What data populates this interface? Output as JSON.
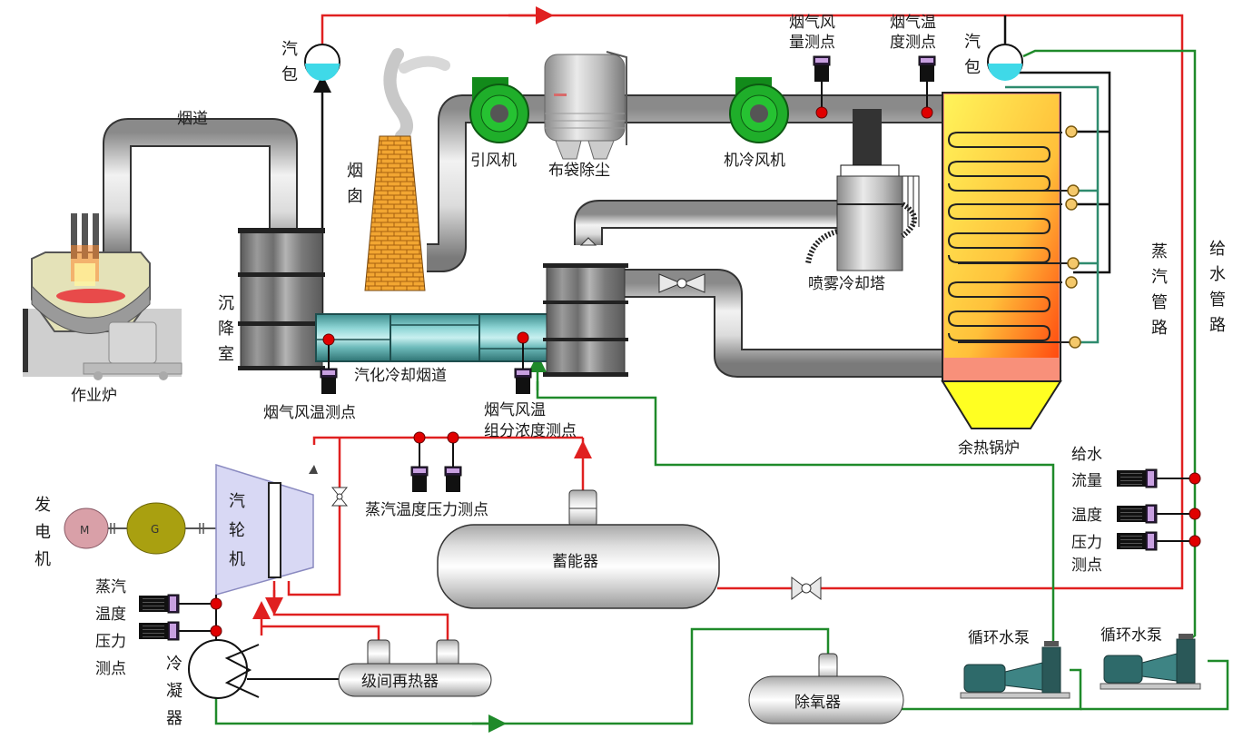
{
  "title": "余热发电系统流程图",
  "colors": {
    "steam_line": "#e02020",
    "feedwater_line": "#1f8a2a",
    "drum_water": "#3fd9e8",
    "boiler_top": "#ffe83a",
    "boiler_hot": "#ff5a1a",
    "boiler_hopper": "#ffff22",
    "fan_green": "#1fae2a",
    "cooling_flue": "#5fb0b0",
    "turbine": "#d8d8f4",
    "generator_pink": "#d9a0a8",
    "exciter_olive": "#a9a010",
    "chimney_brick": "#f0a030",
    "sensor_display": "#c8a0e0"
  },
  "components": {
    "furnace": "作业炉",
    "flue": "烟道",
    "settling_chamber": "沉降室",
    "drum_left": "汽包",
    "drum_right": "汽包",
    "chimney": "烟囱",
    "induced_fan": "引风机",
    "bag_filter": "布袋除尘",
    "cooling_fan": "机冷风机",
    "spray_tower": "喷雾冷却塔",
    "evap_cooling_flue": "汽化冷却烟道",
    "waste_heat_boiler": "余热锅炉",
    "steam_pipeline": "蒸汽管路",
    "feedwater_pipeline": "给水管路",
    "turbine": "汽轮机",
    "generator": "发电机",
    "condenser": "冷凝器",
    "accumulator": "蓄能器",
    "interstage_reheater": "级间再热器",
    "deaerator": "除氧器",
    "pump_1": "循环水泵",
    "pump_2": "循环水泵"
  },
  "sensors": {
    "flue_gas_flow": "烟气风量测点",
    "flue_gas_temp": "烟气温度测点",
    "flue_gas_wind_temp": "烟气风温测点",
    "flue_gas_composition": "烟气风温组分浓度测点",
    "steam_temp_pressure_top": "蒸汽温度压力测点",
    "steam_temp_pressure_left": "蒸汽温度压力测点",
    "feedwater_flow_temp_pressure": "给水流量温度压力测点"
  },
  "label_lines": {
    "drum": [
      "汽",
      "包"
    ],
    "chimney": [
      "烟",
      "囱"
    ],
    "settling": [
      "沉",
      "降",
      "室"
    ],
    "flow_sensor": [
      "烟气风",
      "量测点"
    ],
    "temp_sensor": [
      "烟气温",
      "度测点"
    ],
    "composition_sensor": [
      "烟气风温",
      "组分浓度测点"
    ],
    "steam_pipeline": [
      "蒸",
      "汽",
      "管",
      "路"
    ],
    "feedwater_pipeline": [
      "给",
      "水",
      "管",
      "路"
    ],
    "generator": [
      "发",
      "电",
      "机"
    ],
    "turbine": [
      "汽",
      "轮",
      "机"
    ],
    "condenser": [
      "冷",
      "凝",
      "器"
    ],
    "steam_sensor_left": [
      "蒸汽",
      "温度",
      "压力",
      "测点"
    ],
    "feedwater_sensor": [
      "给水",
      "流量",
      "温度",
      "压力",
      "测点"
    ]
  }
}
